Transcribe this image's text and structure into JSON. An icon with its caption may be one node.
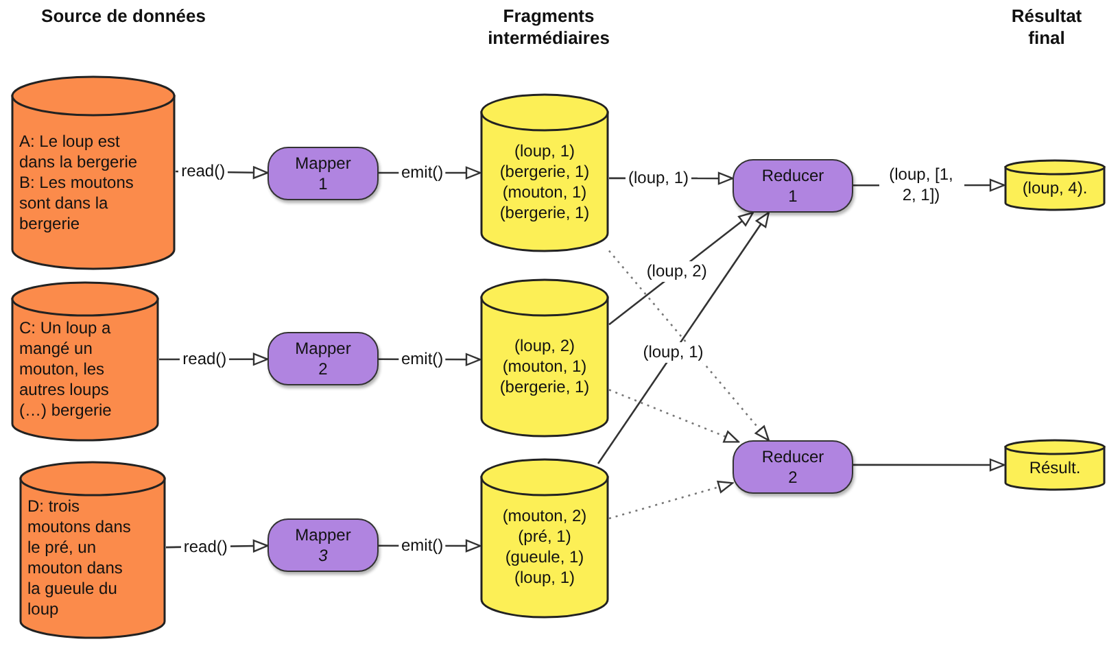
{
  "diagram": {
    "nodes": [
      {
        "text": [
          "A: Le loup est dans la bergerie",
          "B: Les moutons sont dans la bergerie"
        ]
      },
      {
        "text": [
          "C: Un loup a mangé un mouton, les autres loups (…) bergerie"
        ]
      },
      {
        "text": [
          "D: trois moutons dans le pré, un mouton dans la gueule du loup"
        ]
      },
      {
        "text": [
          "Mapper 1"
        ]
      },
      {
        "text": [
          "Mapper 2"
        ]
      },
      {
        "text": [
          "Mapper *3*"
        ]
      },
      {
        "text": [
          "(loup, 1)",
          "(bergerie, 1)",
          "(mouton, 1)",
          "(bergerie, 1)"
        ]
      },
      {
        "text": [
          "(loup, 2)",
          "(mouton, 1)",
          "(bergerie, 1)"
        ]
      },
      {
        "text": [
          "(mouton, 2)",
          "(pré, 1)",
          "(gueule, 1)",
          "(loup, 1)"
        ]
      },
      {
        "text": [
          "Reducer 1"
        ]
      },
      {
        "text": [
          "Reducer 2"
        ]
      },
      {
        "text": [
          "(loup, 4)."
        ]
      },
      {
        "text": [
          "Résult."
        ]
      }
    ],
    "edges": [
      {
        "from": 0,
        "to": 3,
        "arrow": "to",
        "label": "read()"
      },
      {
        "from": 1,
        "to": 4,
        "arrow": "to",
        "label": "read()"
      },
      {
        "from": 2,
        "to": 5,
        "arrow": "to",
        "label": "read()"
      },
      {
        "from": 3,
        "to": 6,
        "arrow": "to",
        "label": "emit()"
      },
      {
        "from": 4,
        "to": 7,
        "arrow": "to",
        "label": "emit()"
      },
      {
        "from": 5,
        "to": 8,
        "arrow": "to",
        "label": "emit()"
      },
      {
        "from": 6,
        "to": 9,
        "arrow": "to",
        "label": "(loup, 1)"
      },
      {
        "from": 7,
        "to": 9,
        "arrow": "to",
        "label": "(loup, 2)"
      },
      {
        "from": 8,
        "to": 9,
        "arrow": "to",
        "label": "(loup, 1)"
      },
      {
        "from": 6,
        "to": 10,
        "arrow": "to",
        "style": "dashed"
      },
      {
        "from": 7,
        "to": 10,
        "arrow": "to",
        "style": "dashed"
      },
      {
        "from": 8,
        "to": 10,
        "arrow": "to",
        "style": "dashed"
      },
      {
        "from": 9,
        "to": 11,
        "arrow": "to",
        "label": "(loup, [1, 2, 1])"
      },
      {
        "from": 10,
        "to": 12,
        "arrow": "to"
      }
    ],
    "labels": [
      "Source de données",
      "Fragments intermédiaires",
      "Résultat final"
    ]
  }
}
